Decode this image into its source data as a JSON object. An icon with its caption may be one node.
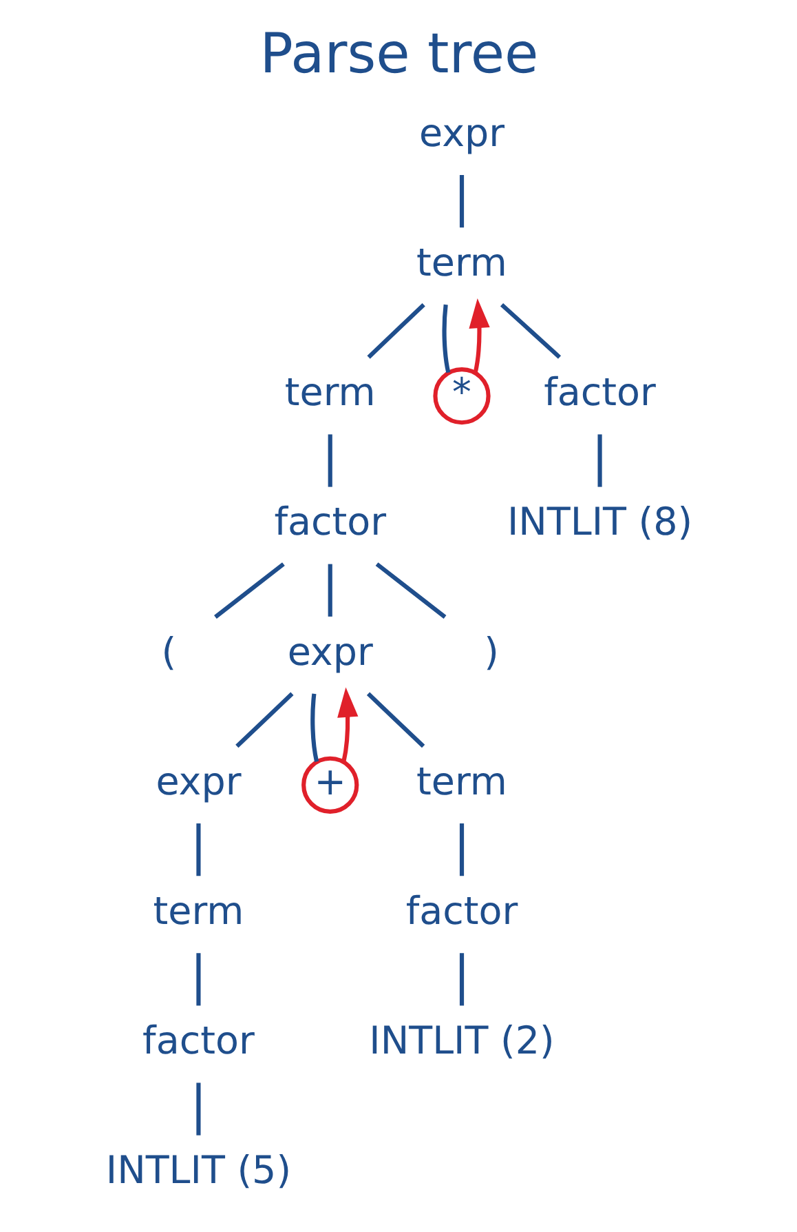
{
  "diagram": {
    "title": "Parse tree",
    "nodes": [
      {
        "text": [
          "expr"
        ]
      },
      {
        "text": [
          "term"
        ]
      },
      {
        "text": [
          "term"
        ]
      },
      {
        "text": [
          "*"
        ]
      },
      {
        "text": [
          "factor"
        ]
      },
      {
        "text": [
          "factor"
        ]
      },
      {
        "text": [
          "INTLIT (8)"
        ]
      },
      {
        "text": [
          "("
        ]
      },
      {
        "text": [
          "expr"
        ]
      },
      {
        "text": [
          ")"
        ]
      },
      {
        "text": [
          "expr"
        ]
      },
      {
        "text": [
          "+"
        ]
      },
      {
        "text": [
          "term"
        ]
      },
      {
        "text": [
          "term"
        ]
      },
      {
        "text": [
          "factor"
        ]
      },
      {
        "text": [
          "factor"
        ]
      },
      {
        "text": [
          "INTLIT (2)"
        ]
      },
      {
        "text": [
          "INTLIT (5)"
        ]
      }
    ],
    "edges": [
      {
        "from": 0,
        "to": 1,
        "arrow": "none"
      },
      {
        "from": 1,
        "to": 2,
        "arrow": "none"
      },
      {
        "from": 1,
        "to": 3,
        "arrow": "none"
      },
      {
        "from": 1,
        "to": 4,
        "arrow": "none"
      },
      {
        "from": 3,
        "to": 1,
        "arrow": "to",
        "color": "#e0202a"
      },
      {
        "from": 2,
        "to": 5,
        "arrow": "none"
      },
      {
        "from": 4,
        "to": 6,
        "arrow": "none"
      },
      {
        "from": 5,
        "to": 7,
        "arrow": "none"
      },
      {
        "from": 5,
        "to": 8,
        "arrow": "none"
      },
      {
        "from": 5,
        "to": 9,
        "arrow": "none"
      },
      {
        "from": 8,
        "to": 10,
        "arrow": "none"
      },
      {
        "from": 8,
        "to": 11,
        "arrow": "none"
      },
      {
        "from": 8,
        "to": 12,
        "arrow": "none"
      },
      {
        "from": 11,
        "to": 8,
        "arrow": "to",
        "color": "#e0202a"
      },
      {
        "from": 10,
        "to": 13,
        "arrow": "none"
      },
      {
        "from": 12,
        "to": 14,
        "arrow": "none"
      },
      {
        "from": 13,
        "to": 15,
        "arrow": "none"
      },
      {
        "from": 14,
        "to": 16,
        "arrow": "none"
      },
      {
        "from": 15,
        "to": 17,
        "arrow": "none"
      }
    ]
  }
}
